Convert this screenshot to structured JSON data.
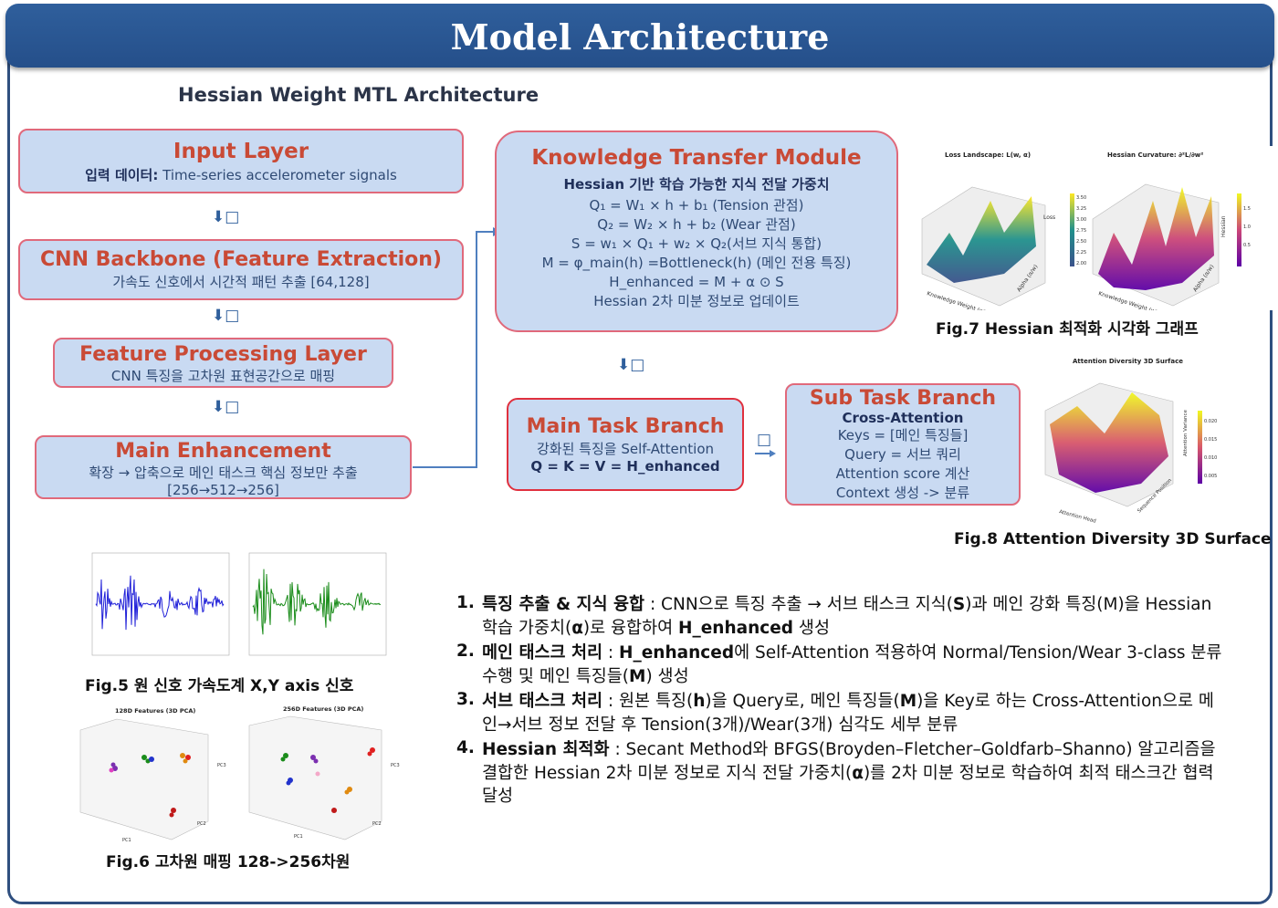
{
  "title": "Model Architecture",
  "subtitle": "Hessian Weight MTL Architecture",
  "arrow_glyph": "⬇□",
  "side_arrow_glyph": "□",
  "input_layer": {
    "title": "Input Layer",
    "label": "입력 데이터:",
    "text": "Time-series accelerometer signals"
  },
  "cnn_backbone": {
    "title": "CNN Backbone (Feature Extraction)",
    "text": "가속도 신호에서 시간적 패턴 추출 [64,128]"
  },
  "feature_processing": {
    "title": "Feature Processing Layer",
    "text": "CNN 특징을 고차원 표현공간으로 매핑"
  },
  "main_enhancement": {
    "title": "Main Enhancement",
    "line1": "확장 → 압축으로 메인 태스크 핵심 정보만 추출",
    "line2": "[256→512→256]"
  },
  "knowledge_transfer": {
    "title": "Knowledge Transfer Module",
    "subtitle": "Hessian 기반 학습 가능한 지식 전달 가중치",
    "lines": [
      "Q₁ = W₁ × h + b₁ (Tension 관점)",
      "Q₂ = W₂ × h + b₂ (Wear 관점)",
      "S = w₁ × Q₁ + w₂ × Q₂(서브 지식 통합)",
      "M = φ_main(h) =Bottleneck(h) (메인 전용 특징)",
      "H_enhanced = M + α ⊙ S",
      "Hessian 2차 미분 정보로 업데이트"
    ]
  },
  "main_task_branch": {
    "title": "Main Task Branch",
    "line1": "강화된 특징을 Self-Attention",
    "line2": "Q = K = V = H_enhanced"
  },
  "sub_task_branch": {
    "title": "Sub Task Branch",
    "subtitle": "Cross-Attention",
    "lines": [
      "Keys = [메인 특징들]",
      "Query = 서브 쿼리",
      "Attention score 계산",
      "Context 생성 -> 분류"
    ]
  },
  "figures": {
    "fig7": {
      "caption": "Fig.7 Hessian 최적화 시각화 그래프",
      "left_title": "Loss Landscape: L(w, α)",
      "right_title": "Hessian Curvature: ∂²L/∂w²",
      "left_xlabel": "Knowledge Weight (w)",
      "left_ylabel": "Alpha (α/w)",
      "left_zlabel": "Loss",
      "right_xlabel": "Knowledge Weight (w)",
      "right_ylabel": "Alpha (α/w)",
      "right_zlabel": "Hessian",
      "left_colorbar_ticks": [
        "3.50",
        "3.25",
        "3.00",
        "2.75",
        "2.50",
        "2.25",
        "2.00"
      ],
      "right_colorbar_ticks": [
        "1.5",
        "1.0",
        "0.5"
      ],
      "colors": {
        "viridis_low": "#3b528b",
        "viridis_high": "#fde725",
        "plasma_low": "#5c01a6",
        "plasma_high": "#f0f921"
      }
    },
    "fig8": {
      "caption": "Fig.8 Attention Diversity 3D Surface",
      "plot_title": "Attention Diversity 3D Surface",
      "xlabel": "Attention Head",
      "ylabel": "Sequence Position",
      "zlabel": "Attention Variance",
      "colorbar_ticks": [
        "0.020",
        "0.015",
        "0.010",
        "0.005"
      ]
    },
    "fig5": {
      "caption": "Fig.5 원 신호 가속도계 X,Y axis 신호",
      "left_color": "#1f1fd8",
      "right_color": "#1a8c1a"
    },
    "fig6": {
      "caption": "Fig.6 고차원 매핑 128->256차원",
      "left_title": "128D Features (3D PCA)",
      "right_title": "256D Features (3D PCA)",
      "xlabel": "PC1",
      "ylabel": "PC2",
      "zlabel": "PC3"
    }
  },
  "steps": [
    {
      "num": "1.",
      "head": "특징 추출 & 지식 융합",
      "parts": [
        {
          "t": " : CNN으로 특징 추출 → 서브 태스크 지식("
        },
        {
          "t": "S",
          "b": true
        },
        {
          "t": ")과 메인 강화 특징(M)을 Hessian 학습 가중치("
        },
        {
          "t": "α",
          "b": true
        },
        {
          "t": ")로 융합하여 "
        },
        {
          "t": "H_enhanced",
          "b": true
        },
        {
          "t": " 생성"
        }
      ]
    },
    {
      "num": "2.",
      "head": "메인 태스크 처리",
      "parts": [
        {
          "t": " : "
        },
        {
          "t": "H_enhanced",
          "b": true
        },
        {
          "t": "에 Self-Attention 적용하여 Normal/Tension/Wear 3-class 분류 수행 및 메인 특징들("
        },
        {
          "t": "M",
          "b": true
        },
        {
          "t": ") 생성"
        }
      ]
    },
    {
      "num": "3.",
      "head": "서브 태스크 처리",
      "parts": [
        {
          "t": " : 원본 특징("
        },
        {
          "t": "h",
          "b": true
        },
        {
          "t": ")을 Query로, 메인 특징들("
        },
        {
          "t": "M",
          "b": true
        },
        {
          "t": ")을 Key로 하는 Cross-Attention으로 메인→서브 정보 전달 후 Tension(3개)/Wear(3개) 심각도 세부 분류"
        }
      ]
    },
    {
      "num": "4.",
      "head": "Hessian 최적화",
      "parts": [
        {
          "t": " : Secant Method와 BFGS(Broyden–Fletcher–Goldfarb–Shanno) 알고리즘을 결합한 Hessian 2차 미분 정보로 지식 전달 가중치("
        },
        {
          "t": "α",
          "b": true
        },
        {
          "t": ")를 2차 미분 정보로 학습하여 최적 태스크간 협력 달성"
        }
      ]
    }
  ]
}
